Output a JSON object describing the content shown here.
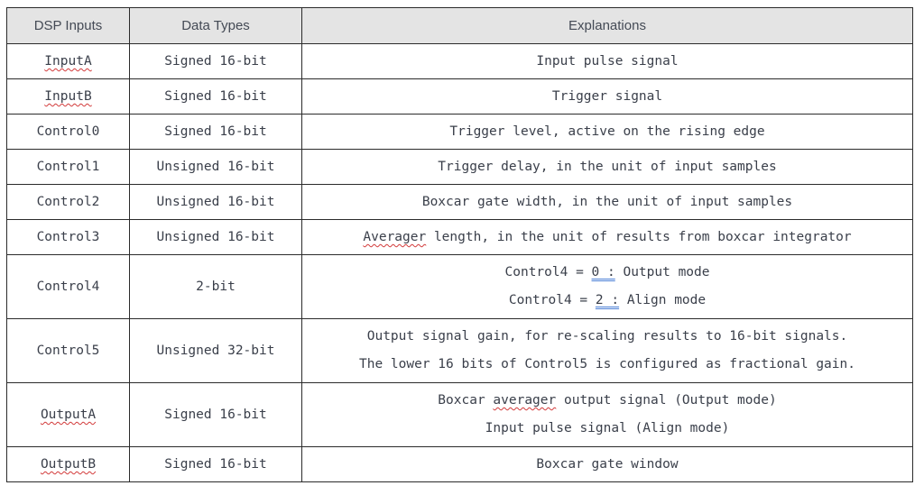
{
  "table": {
    "headers": [
      "DSP Inputs",
      "Data Types",
      "Explanations"
    ],
    "rows": [
      {
        "name": "InputA",
        "type": "Signed 16-bit",
        "explanation": [
          "Input pulse signal"
        ]
      },
      {
        "name": "InputB",
        "type": "Signed 16-bit",
        "explanation": [
          "Trigger signal"
        ]
      },
      {
        "name": "Control0",
        "type": "Signed 16-bit",
        "explanation": [
          "Trigger level, active on the rising edge"
        ]
      },
      {
        "name": "Control1",
        "type": "Unsigned 16-bit",
        "explanation": [
          "Trigger delay, in the unit of input samples"
        ]
      },
      {
        "name": "Control2",
        "type": "Unsigned 16-bit",
        "explanation": [
          "Boxcar gate width, in the unit of input samples"
        ]
      },
      {
        "name": "Control3",
        "type": "Unsigned 16-bit",
        "explanation": [
          "Averager",
          " length, in the unit of results from boxcar integrator"
        ]
      },
      {
        "name": "Control4",
        "type": "2-bit",
        "explanation": [
          "Control4 = ",
          "0 :",
          " Output mode",
          "Control4 = ",
          "2 :",
          " Align mode"
        ]
      },
      {
        "name": "Control5",
        "type": "Unsigned 32-bit",
        "explanation": [
          "Output signal gain, for re-scaling results to 16-bit signals.",
          "The lower 16 bits of Control5 is configured as fractional gain."
        ]
      },
      {
        "name": "OutputA",
        "type": "Signed 16-bit",
        "explanation": [
          "Boxcar ",
          "averager",
          " output signal (Output mode)",
          "Input pulse signal (Align mode)"
        ]
      },
      {
        "name": "OutputB",
        "type": "Signed 16-bit",
        "explanation": [
          "Boxcar gate window"
        ]
      }
    ]
  },
  "colors": {
    "header_bg": "#e4e4e4",
    "border": "#2b2b2b",
    "text": "#3a3f4a",
    "spellcheck_underline": "#d23a3a",
    "grammar_underline": "#4a7fd6"
  }
}
